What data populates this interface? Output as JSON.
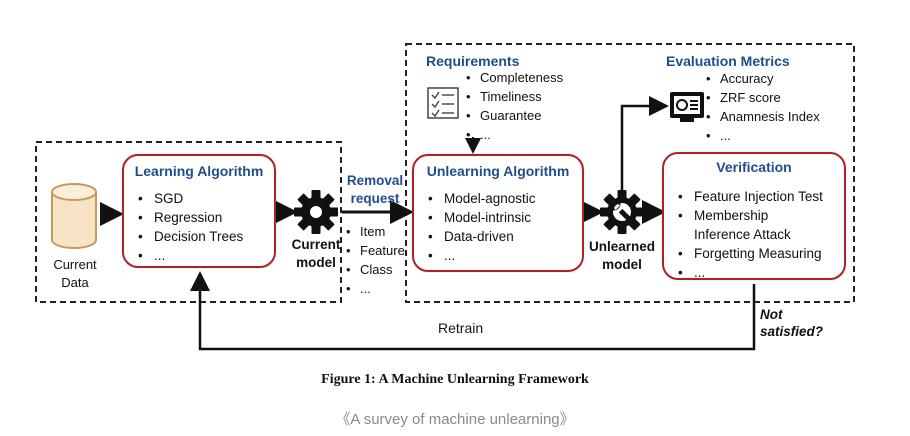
{
  "current_data": {
    "line1": "Current",
    "line2": "Data"
  },
  "learning_algorithm": {
    "title": "Learning Algorithm",
    "items": [
      "SGD",
      "Regression",
      "Decision Trees",
      "..."
    ]
  },
  "current_model": {
    "line1": "Current",
    "line2": "model"
  },
  "removal_request": {
    "line1": "Removal",
    "line2": "request",
    "items": [
      "Item",
      "Feature",
      "Class",
      "..."
    ]
  },
  "requirements": {
    "title": "Requirements",
    "items": [
      "Completeness",
      "Timeliness",
      "Guarantee",
      "..."
    ]
  },
  "unlearning_algorithm": {
    "title": "Unlearning Algorithm",
    "items": [
      "Model-agnostic",
      "Model-intrinsic",
      "Data-driven",
      "..."
    ]
  },
  "unlearned_model": {
    "line1": "Unlearned",
    "line2": "model"
  },
  "evaluation_metrics": {
    "title": "Evaluation Metrics",
    "items": [
      "Accuracy",
      "ZRF score",
      "Anamnesis Index",
      "..."
    ]
  },
  "verification": {
    "title": "Verification",
    "items": [
      "Feature Injection Test",
      "Membership\nInference Attack",
      "Forgetting Measuring",
      "..."
    ]
  },
  "not_satisfied": {
    "line1": "Not",
    "line2": "satisfied?"
  },
  "retrain_label": "Retrain",
  "figure_caption": "Figure 1: A Machine Unlearning Framework",
  "source_caption": "《A survey of machine unlearning》",
  "colors": {
    "title_blue": "#1f4e8c",
    "box_red": "#b0202a",
    "caption_gray": "#8a8a8a"
  }
}
